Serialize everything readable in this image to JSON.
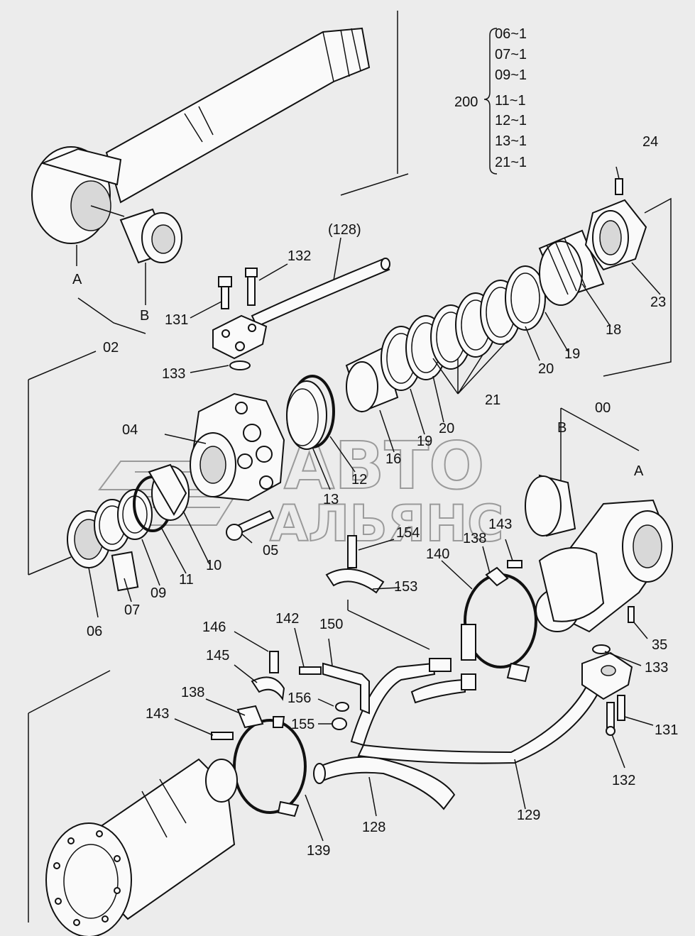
{
  "watermark": {
    "line1": "АВТО",
    "line2": "АЛЬЯНС"
  },
  "kit_note": {
    "number": "200",
    "items": [
      "06~1",
      "07~1",
      "09~1",
      "11~1",
      "12~1",
      "13~1",
      "21~1"
    ]
  },
  "callouts": {
    "c128_paren": "(128)",
    "c132_top": "132",
    "c131_top": "131",
    "c133_top": "133",
    "cA_top": "A",
    "cB_top": "B",
    "c02": "02",
    "c24": "24",
    "c23": "23",
    "c18": "18",
    "c19a": "19",
    "c20a": "20",
    "c21": "21",
    "c16": "16",
    "c19b": "19",
    "c20b": "20",
    "c04": "04",
    "c12": "12",
    "c13": "13",
    "c00": "00",
    "cB_right": "B",
    "cA_right": "A",
    "c10": "10",
    "c11": "11",
    "c09": "09",
    "c07": "07",
    "c06": "06",
    "c05": "05",
    "c154": "154",
    "c153": "153",
    "c138_right": "138",
    "c143_right": "143",
    "c140": "140",
    "c35": "35",
    "c133_right": "133",
    "c131_right": "131",
    "c132_right": "132",
    "c146": "146",
    "c142": "142",
    "c150": "150",
    "c145": "145",
    "c156": "156",
    "c155": "155",
    "c138_left": "138",
    "c143_left": "143",
    "c139": "139",
    "c128": "128",
    "c129": "129"
  }
}
